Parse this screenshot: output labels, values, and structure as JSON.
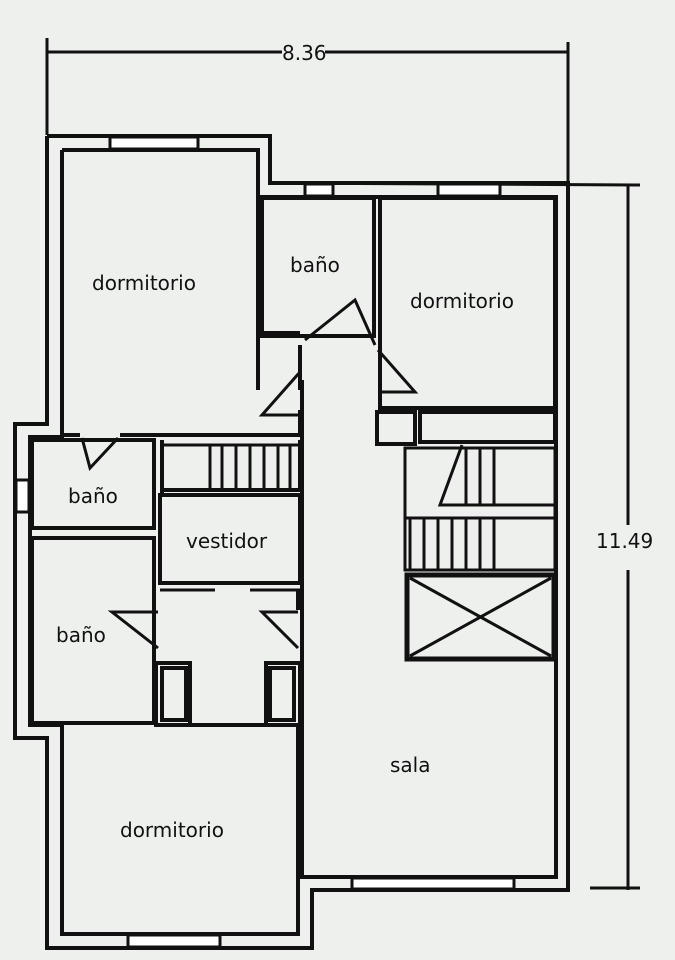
{
  "dimensions": {
    "width_label": "8.36",
    "height_label": "11.49"
  },
  "rooms": {
    "dormitorio_top_left": "dormitorio",
    "bano_top_center": "baño",
    "dormitorio_top_right": "dormitorio",
    "bano_left_upper": "baño",
    "vestidor": "vestidor",
    "bano_left_lower": "baño",
    "sala": "sala",
    "dormitorio_bottom_left": "dormitorio"
  },
  "colors": {
    "background": "#eef0ee",
    "ink": "#111111"
  }
}
